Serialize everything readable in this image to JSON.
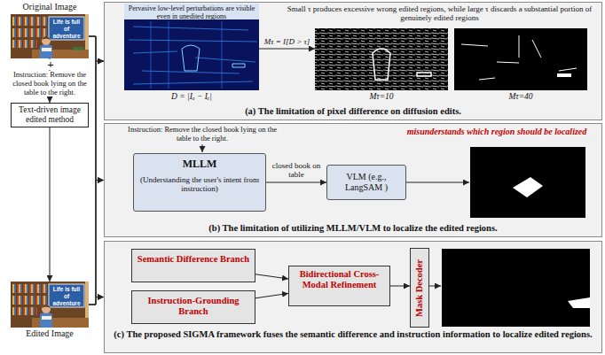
{
  "diagram": {
    "nodes": [
      {
        "text": [
          "Original Image",
          "Life is full of adventure"
        ]
      },
      {
        "text": [
          "Text-driven image edited method"
        ]
      },
      {
        "text": [
          "Edited Image",
          "Life is full of adventure"
        ]
      },
      {
        "text": [
          "(a) The limitation of pixel difference on diffusion edits."
        ]
      },
      {
        "text": [
          "Pervasive low-level perturbations are visible even in unedited regions",
          "D = |Iₒ − Iₑ|"
        ],
        "in": 3
      },
      {
        "text": [
          "Mτ=10"
        ],
        "in": 3
      },
      {
        "text": [
          "Mτ=40"
        ],
        "in": 3
      },
      {
        "text": [
          "(b) The limitation of utilizing MLLM/VLM to localize the edited regions."
        ]
      },
      {
        "text": [
          "MLLM",
          "(Understanding the user's intent from instruction)"
        ],
        "in": 7
      },
      {
        "text": [
          "VLM (e.g., LangSAM )"
        ],
        "in": 7
      },
      {
        "text": [
          "(c) The proposed SIGMA framework fuses the semantic difference and instruction information to localize edited regions."
        ]
      },
      {
        "text": [
          "Semantic Difference Branch"
        ],
        "in": 10
      },
      {
        "text": [
          "Instruction-Grounding Branch"
        ],
        "in": 10
      },
      {
        "text": [
          "Bidirectional Cross-Modal Refinement"
        ],
        "in": 10
      },
      {
        "text": [
          "Mask Decoder"
        ],
        "in": 10
      }
    ],
    "edges": [
      {
        "from": 0,
        "to": 1,
        "arrow": "to"
      },
      {
        "from": 1,
        "to": 2,
        "arrow": "to"
      },
      {
        "from": 0,
        "to": 3,
        "arrow": "to"
      },
      {
        "from": 0,
        "to": 7,
        "arrow": "to"
      },
      {
        "from": 0,
        "to": 10,
        "arrow": "to"
      },
      {
        "from": 2,
        "to": 3,
        "arrow": "to"
      },
      {
        "from": 2,
        "to": 7,
        "arrow": "to"
      },
      {
        "from": 2,
        "to": 10,
        "arrow": "to"
      },
      {
        "from": 4,
        "to": 5,
        "label": "Mτ = I[D > τ]",
        "arrow": "to"
      },
      {
        "from": 8,
        "to": 9,
        "label": "closed book on table",
        "arrow": "to"
      },
      {
        "from": 11,
        "to": 13,
        "arrow": "to"
      },
      {
        "from": 12,
        "to": 13,
        "arrow": "to"
      },
      {
        "from": 13,
        "to": 14,
        "arrow": "to"
      }
    ],
    "labels": [
      "+",
      "Instruction: Remove the closed book lying on the table to the right.",
      "Small τ produces excessive wrong edited regions, while large τ discards a substantial portion of genuinely edited regions",
      "Instruction: Remove the closed book lying on the table to the right.",
      "misunderstands which region should be localized"
    ]
  }
}
